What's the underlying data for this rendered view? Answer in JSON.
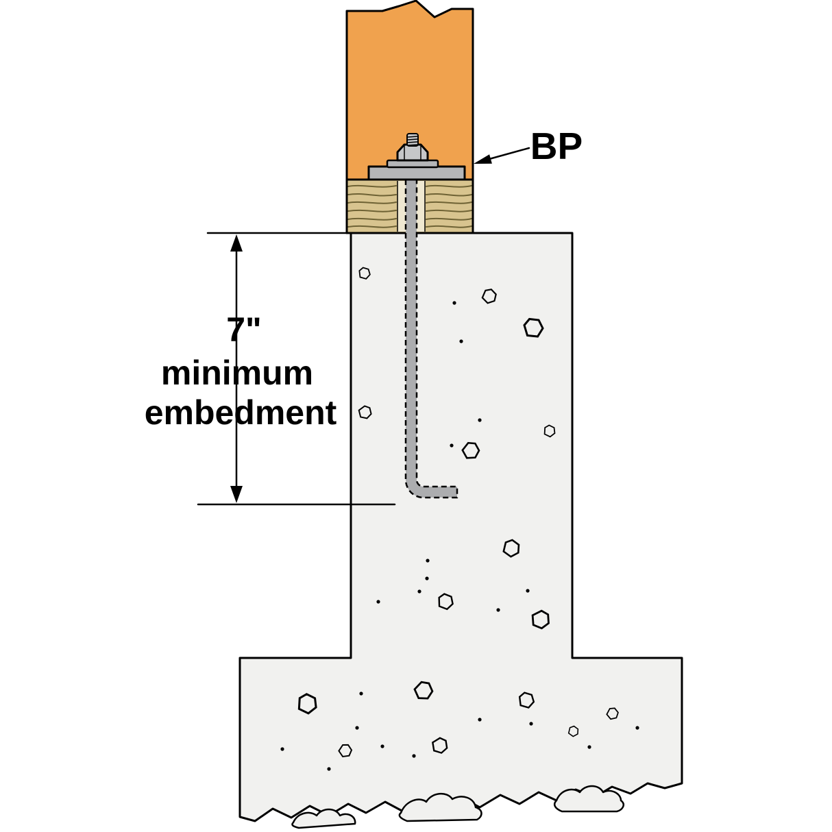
{
  "labels": {
    "bp": "BP",
    "dim_value": "7\"",
    "dim_word1": "minimum",
    "dim_word2": "embedment"
  },
  "colors": {
    "background": "#ffffff",
    "post": "#f0a24e",
    "wood": "#d8c48f",
    "wood_grain": "#6e6234",
    "wood_hole": "#efe8d1",
    "concrete": "#f1f1ef",
    "plate": "#b5b6b8",
    "nut": "#c6c7c9",
    "bolt": "#acadaf",
    "line": "#000000"
  }
}
